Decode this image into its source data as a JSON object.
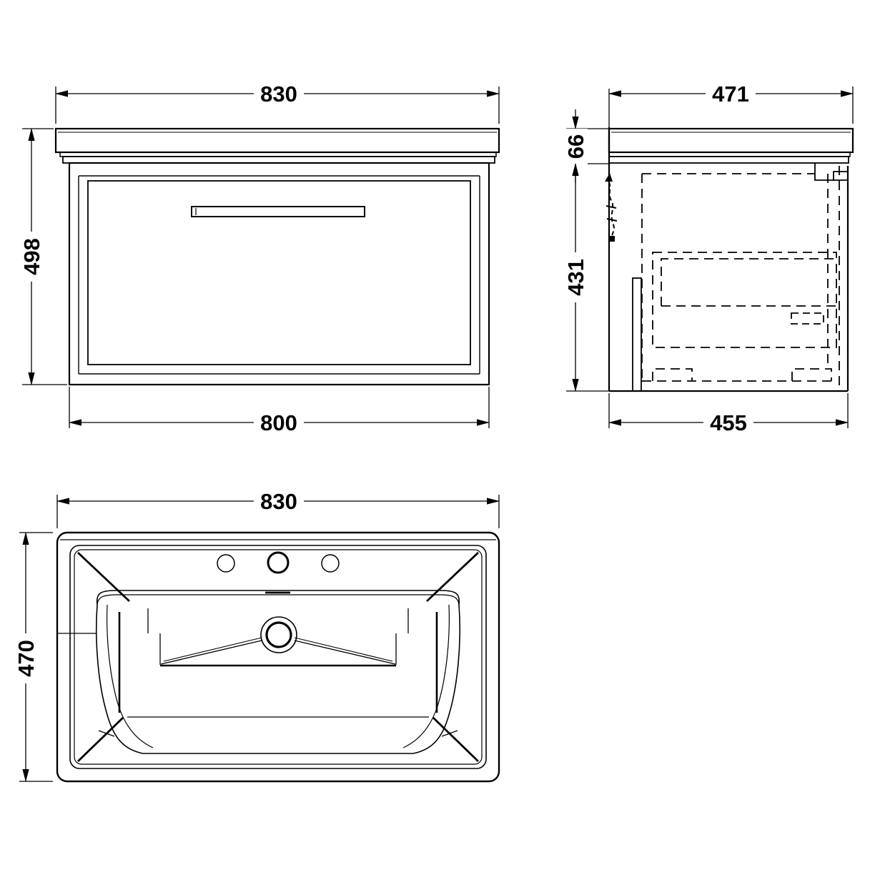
{
  "drawing": {
    "type": "technical-dimension-drawing",
    "subject": "wall-hung vanity unit with basin",
    "colors": {
      "line": "#000000",
      "background": "#ffffff"
    },
    "front_view": {
      "top_width": "830",
      "height": "498",
      "bottom_width": "800"
    },
    "side_view": {
      "overall_depth": "471",
      "worktop_height": "66",
      "cabinet_height": "431",
      "cabinet_depth": "455"
    },
    "plan_view": {
      "width": "830",
      "depth": "470"
    }
  }
}
